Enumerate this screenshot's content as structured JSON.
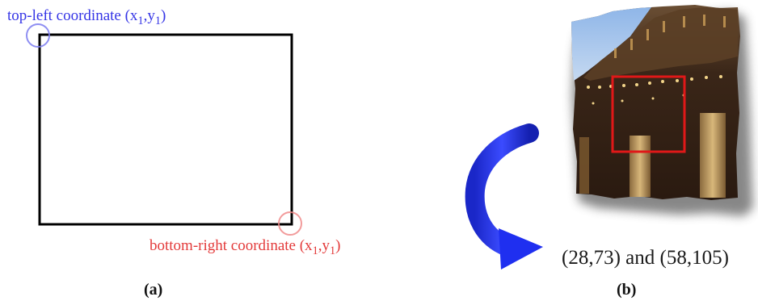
{
  "panel_a": {
    "top_left_text": "top-left coordinate (x",
    "top_left_sub1": "1",
    "top_left_sep": ",y",
    "top_left_sub2": "1",
    "top_left_close": ")",
    "bottom_right_text": "bottom-right coordinate (x",
    "bottom_right_sub1": "1",
    "bottom_right_sep": ",y",
    "bottom_right_sub2": "1",
    "bottom_right_close": ")",
    "caption": "(a)"
  },
  "panel_b": {
    "coords_text": "(28,73) and (58,105)",
    "caption": "(b)"
  },
  "colors": {
    "top_left": "#3535e6",
    "bottom_right": "#e33a3a",
    "arrow": "#1f2ff0",
    "selection": "#e01818"
  }
}
